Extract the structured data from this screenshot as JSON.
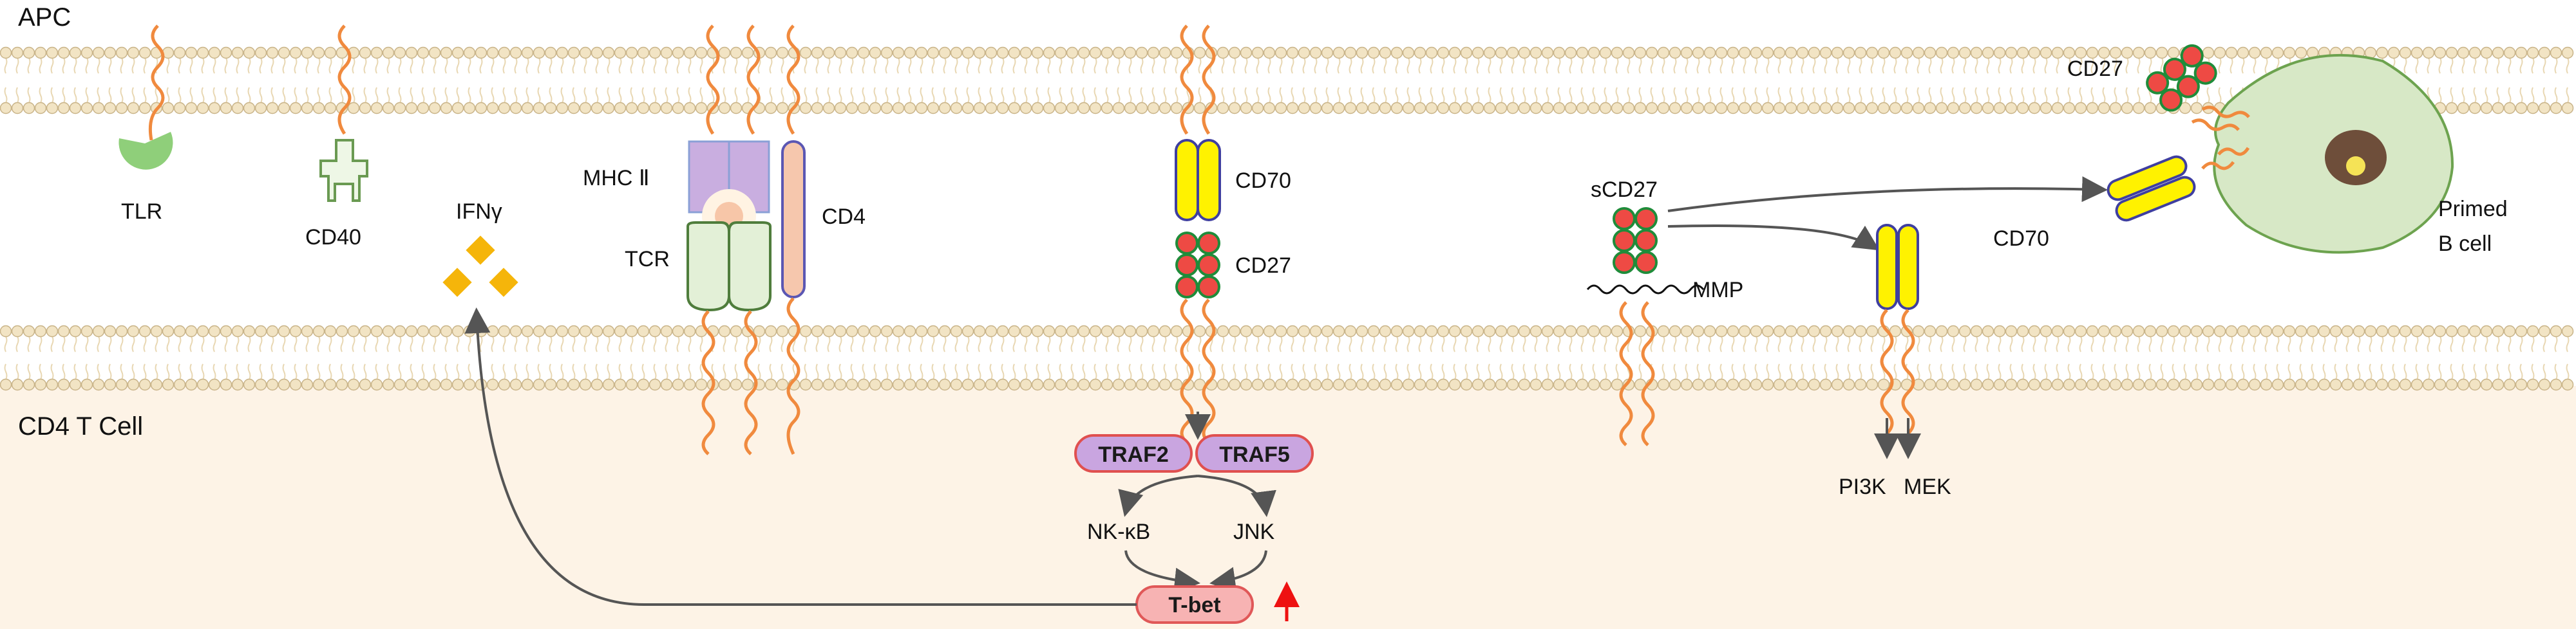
{
  "regions": {
    "top": "APC",
    "bottom": "CD4 T Cell"
  },
  "labels": {
    "tlr": "TLR",
    "cd40": "CD40",
    "ifng": "IFNγ",
    "mhc": "MHC Ⅱ",
    "tcr": "TCR",
    "cd4": "CD4",
    "cd70_mid": "CD70",
    "cd27_mid": "CD27",
    "scd27": "sCD27",
    "mmp": "MMP",
    "cd27_right": "CD27",
    "cd70_right": "CD70",
    "primed_b_line1": "Primed",
    "primed_b_line2": "B cell",
    "pi3k": "PI3K",
    "mek": "MEK",
    "nfkb": "NK-κB",
    "jnk": "JNK"
  },
  "pills": {
    "traf2": "TRAF2",
    "traf5": "TRAF5",
    "tbet": "T-bet"
  },
  "colors": {
    "membrane_head": "#f2e4c4",
    "membrane_head_stroke": "#c9b489",
    "membrane_tail": "#e8d7b2",
    "tcell_bg": "#fdf3e6",
    "tether": "#f08a3e",
    "tlr": "#8fcf7a",
    "cd40_fill": "#eef7e6",
    "cd40_stroke": "#6a9a52",
    "ifng": "#f5b50a",
    "mhc": "#c9aee0",
    "mhc_stroke": "#8aa0d6",
    "peptide_ring": "#fff3e3",
    "peptide": "#f7c6a8",
    "tcr_fill": "#e3f0d7",
    "tcr_stroke": "#4f7d3c",
    "cd4_fill": "#f6c7ad",
    "cd4_stroke": "#5b57b3",
    "cd70_fill": "#fff200",
    "cd70_stroke": "#3f3fa0",
    "cd27_fill": "#ee4a44",
    "cd27_stroke": "#1f8c3a",
    "traf_fill": "#c9a5e0",
    "traf_stroke": "#e0504f",
    "tbet_fill": "#f7b3b3",
    "tbet_stroke": "#e05858",
    "arrow": "#555555",
    "up_arrow": "#ee1111",
    "bcell_fill": "#d7e8c6",
    "bcell_stroke": "#6da34f",
    "nucleus": "#6e4e3a",
    "nucleolus": "#f5e356"
  },
  "icons": {
    "tlr": "tlr-receptor-icon",
    "cd40": "cd40-receptor-icon",
    "ifng": "ifn-gamma-diamonds-icon",
    "signal_up": "up-arrow-icon"
  }
}
